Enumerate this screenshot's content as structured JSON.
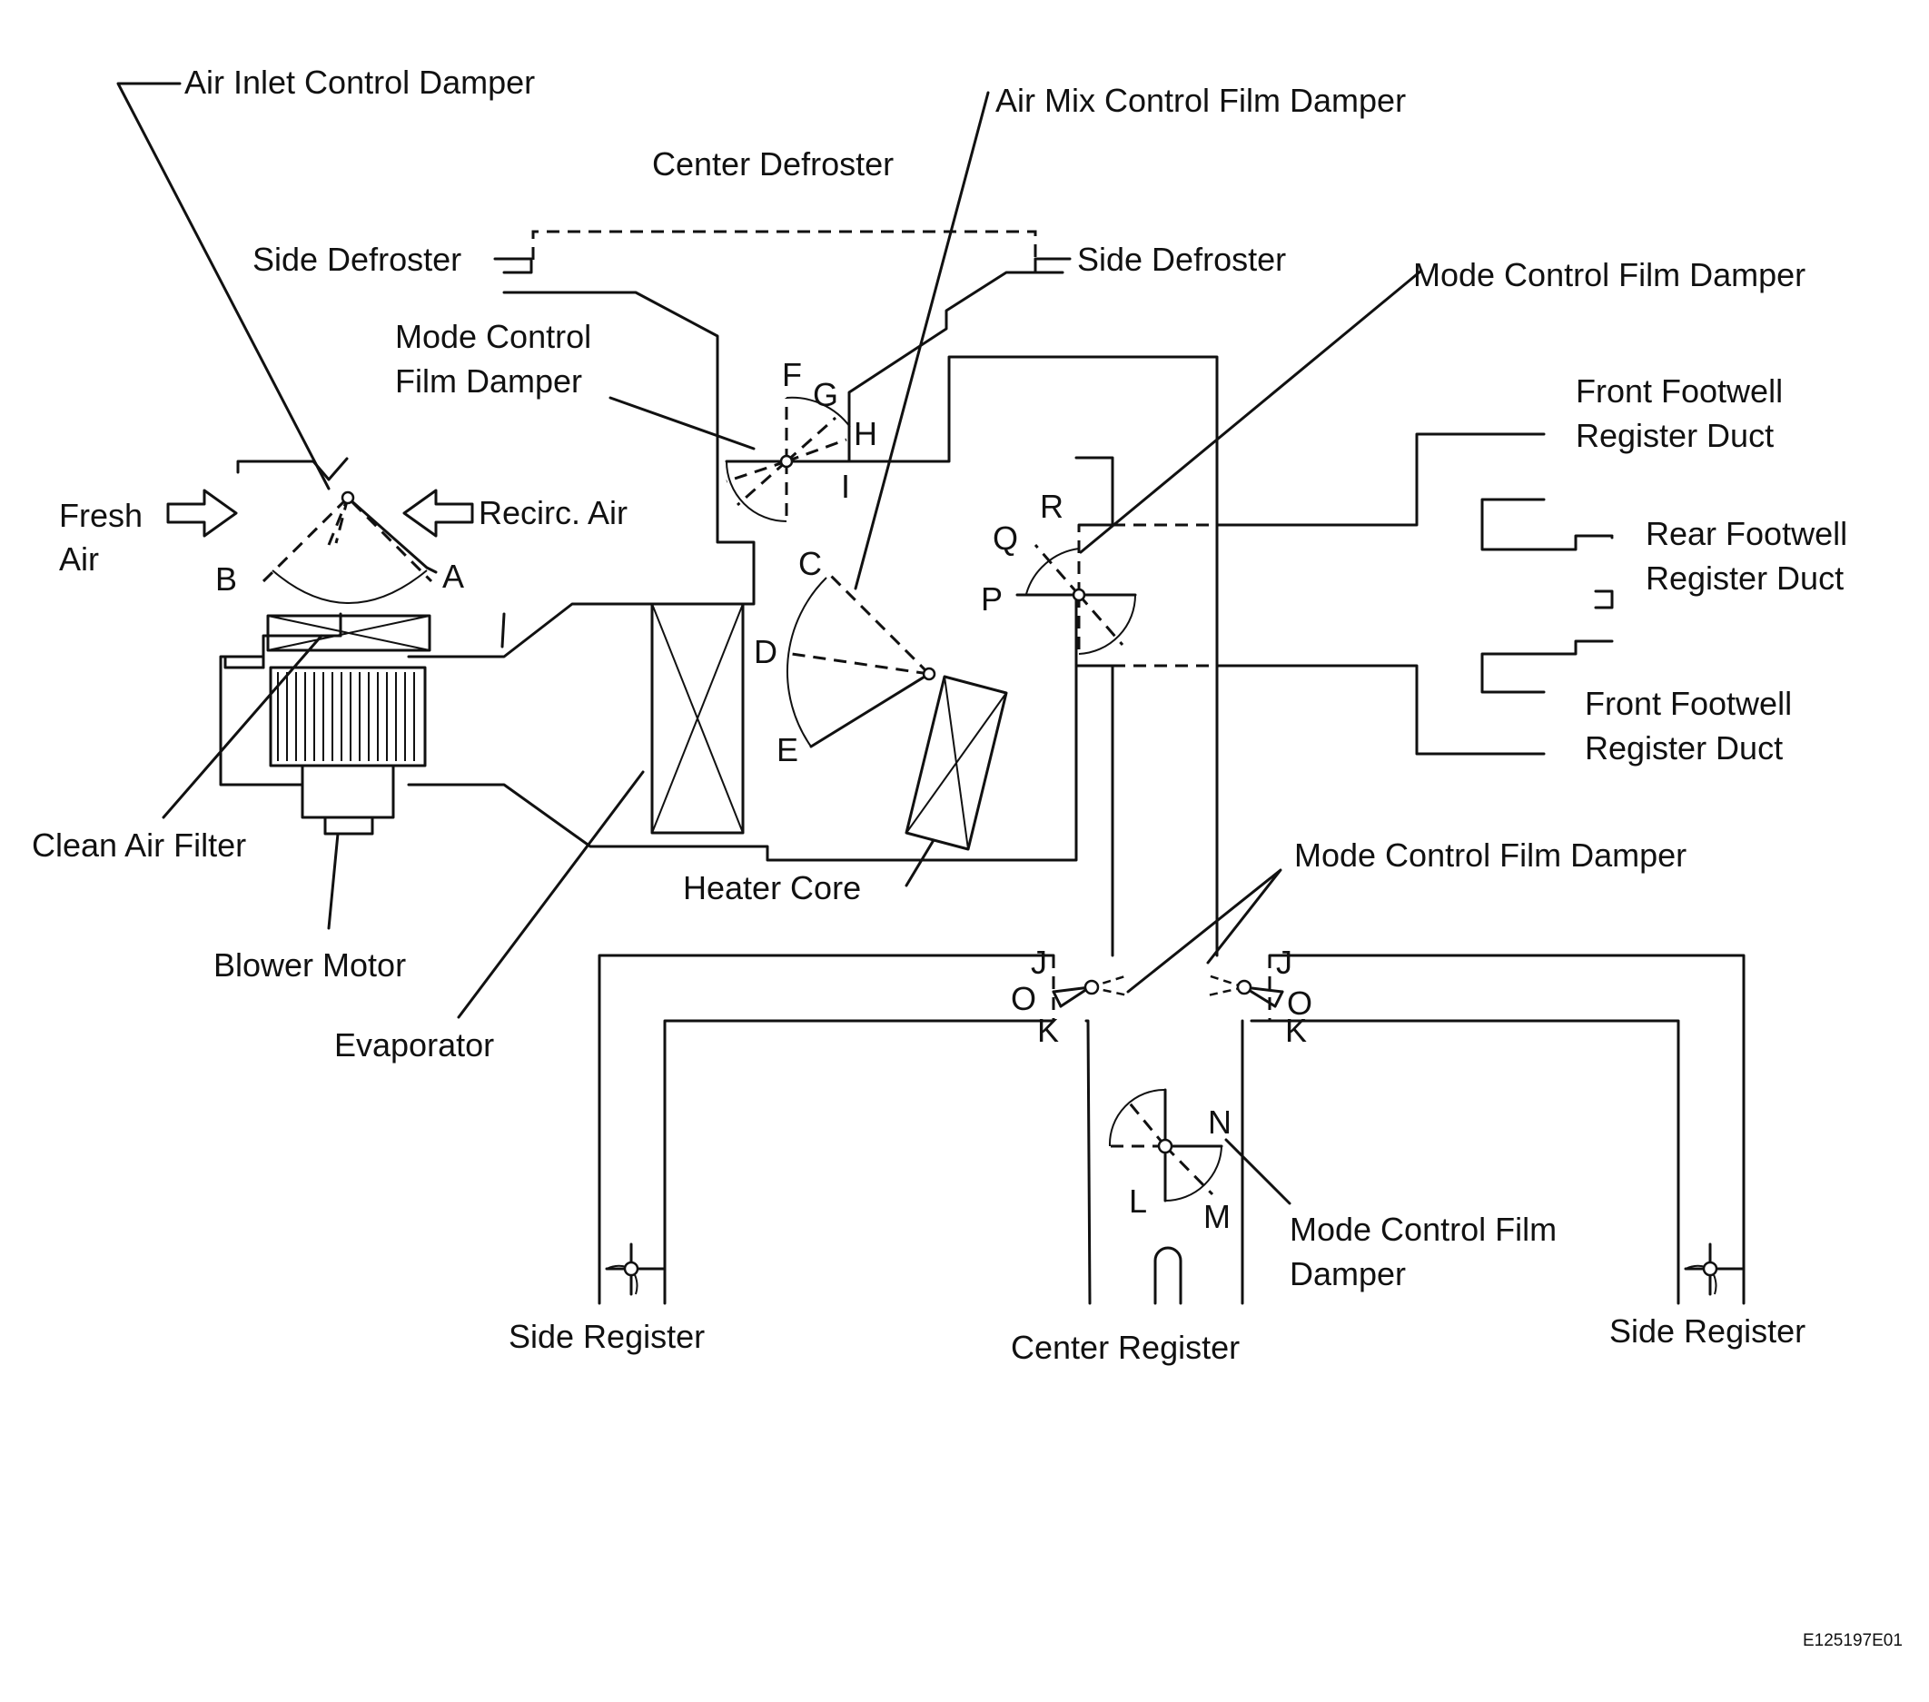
{
  "labels": {
    "air_inlet_control_damper": "Air Inlet Control Damper",
    "air_mix_control_film_damper": "Air Mix Control Film Damper",
    "center_defroster": "Center Defroster",
    "side_defroster_left": "Side Defroster",
    "side_defroster_right": "Side Defroster",
    "mode_control_film_damper_defroster_l1": "Mode Control",
    "mode_control_film_damper_defroster_l2": "Film Damper",
    "mode_control_film_damper_footwell": "Mode Control Film Damper",
    "front_footwell_upper_l1": "Front Footwell",
    "front_footwell_upper_l2": "Register Duct",
    "rear_footwell_l1": "Rear Footwell",
    "rear_footwell_l2": "Register Duct",
    "front_footwell_lower_l1": "Front Footwell",
    "front_footwell_lower_l2": "Register Duct",
    "fresh_air_l1": "Fresh",
    "fresh_air_l2": "Air",
    "recirc_air": "Recirc. Air",
    "clean_air_filter": "Clean Air Filter",
    "blower_motor": "Blower Motor",
    "evaporator": "Evaporator",
    "heater_core": "Heater Core",
    "mode_control_film_damper_side": "Mode Control Film Damper",
    "mode_control_film_damper_center_l1": "Mode Control Film",
    "mode_control_film_damper_center_l2": "Damper",
    "side_register_left": "Side Register",
    "center_register": "Center Register",
    "side_register_right": "Side Register",
    "figure_code": "E125197E01"
  },
  "damper_positions": {
    "A": "A",
    "B": "B",
    "C": "C",
    "D": "D",
    "E": "E",
    "F": "F",
    "G": "G",
    "H": "H",
    "I": "I",
    "J_left": "J",
    "J_right": "J",
    "K_left": "K",
    "K_right": "K",
    "L": "L",
    "M": "M",
    "N": "N",
    "O_left": "O",
    "O_right": "O",
    "P": "P",
    "Q": "Q",
    "R": "R"
  }
}
